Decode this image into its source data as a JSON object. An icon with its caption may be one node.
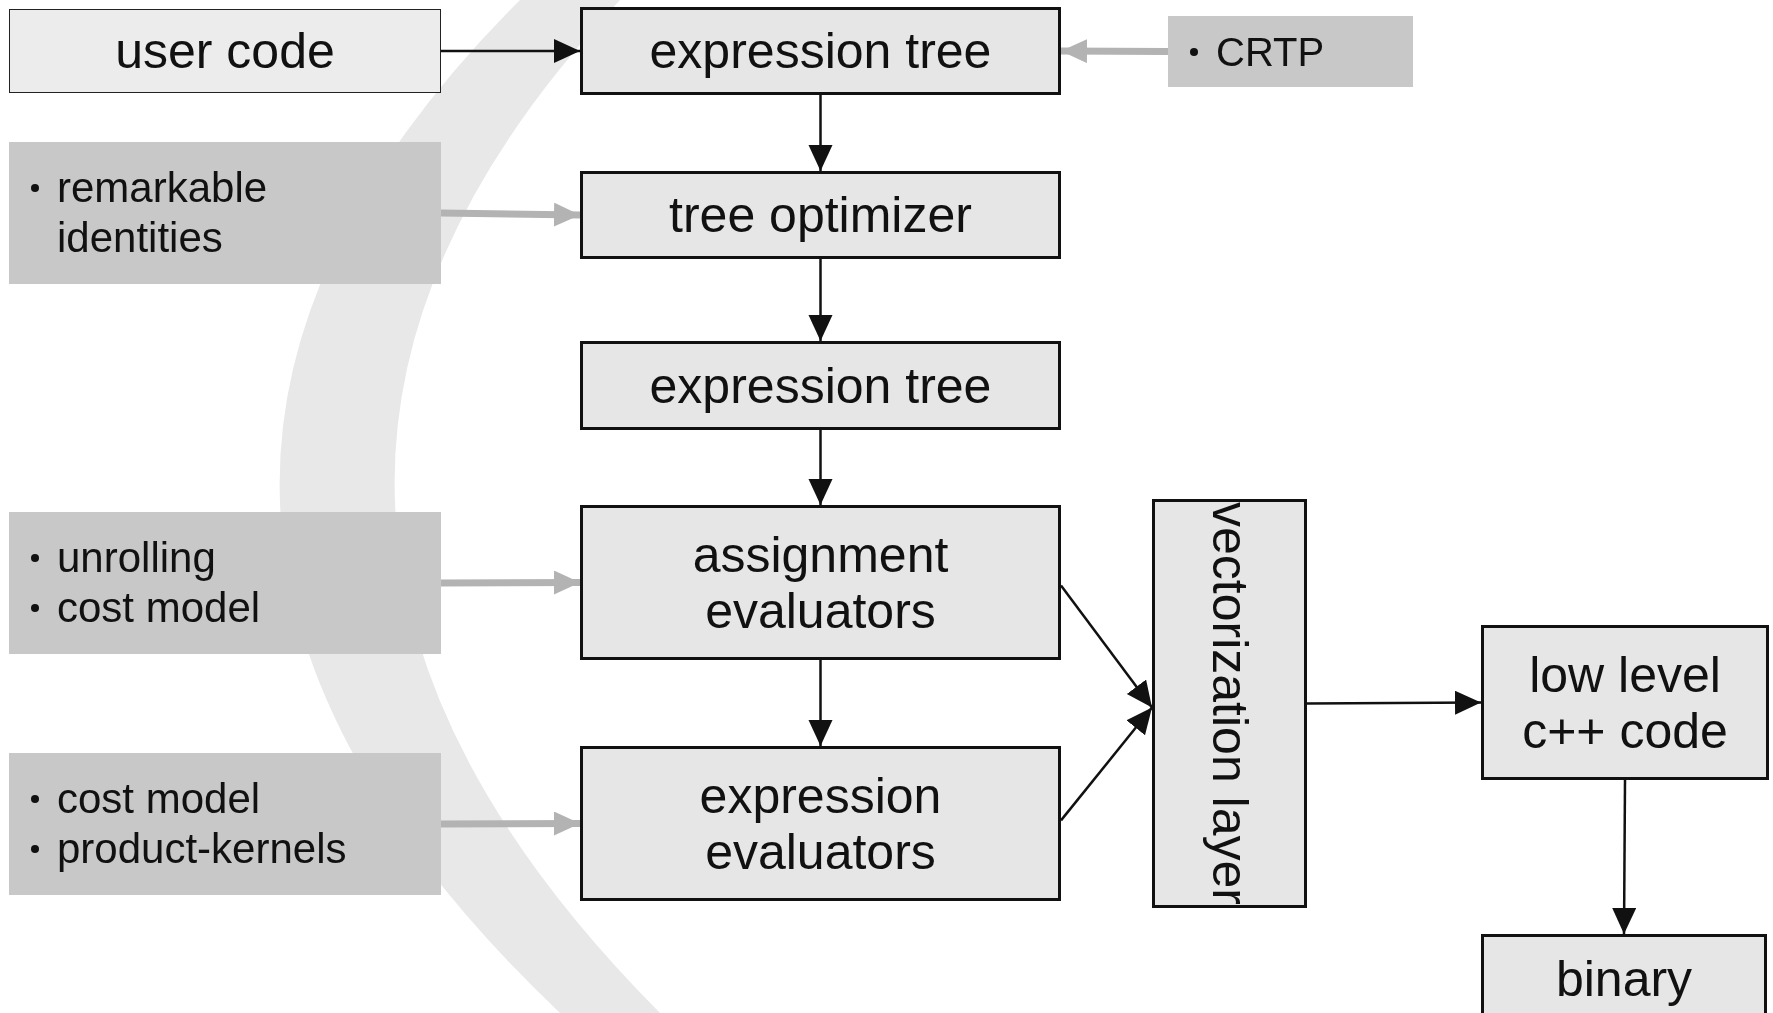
{
  "diagram": {
    "nodes": [
      {
        "text": [
          "user code"
        ]
      },
      {
        "text": [
          "expression tree"
        ]
      },
      {
        "text": [
          "CRTP"
        ]
      },
      {
        "text": [
          "remarkable identities"
        ]
      },
      {
        "text": [
          "tree optimizer"
        ]
      },
      {
        "text": [
          "expression tree"
        ]
      },
      {
        "text": [
          "unrolling",
          "cost model"
        ]
      },
      {
        "text": [
          "assignment evaluators"
        ]
      },
      {
        "text": [
          "vectorization layer"
        ]
      },
      {
        "text": [
          "cost model",
          "product-kernels"
        ]
      },
      {
        "text": [
          "expression evaluators"
        ]
      },
      {
        "text": [
          "low level c++ code"
        ]
      },
      {
        "text": [
          "binary"
        ]
      }
    ],
    "edges": [
      {
        "from": 0,
        "to": 1,
        "arrow": "to"
      },
      {
        "from": 2,
        "to": 1,
        "arrow": "to",
        "style": "thick",
        "color": "#b3b3b3"
      },
      {
        "from": 1,
        "to": 4,
        "arrow": "to"
      },
      {
        "from": 3,
        "to": 4,
        "arrow": "to",
        "style": "thick",
        "color": "#b3b3b3"
      },
      {
        "from": 4,
        "to": 5,
        "arrow": "to"
      },
      {
        "from": 5,
        "to": 7,
        "arrow": "to"
      },
      {
        "from": 6,
        "to": 7,
        "arrow": "to",
        "style": "thick",
        "color": "#b3b3b3"
      },
      {
        "from": 7,
        "to": 10,
        "arrow": "to"
      },
      {
        "from": 9,
        "to": 10,
        "arrow": "to",
        "style": "thick",
        "color": "#b3b3b3"
      },
      {
        "from": 7,
        "to": 8,
        "arrow": "to"
      },
      {
        "from": 10,
        "to": 8,
        "arrow": "to"
      },
      {
        "from": 8,
        "to": 11,
        "arrow": "to"
      },
      {
        "from": 11,
        "to": 12,
        "arrow": "to"
      }
    ]
  }
}
